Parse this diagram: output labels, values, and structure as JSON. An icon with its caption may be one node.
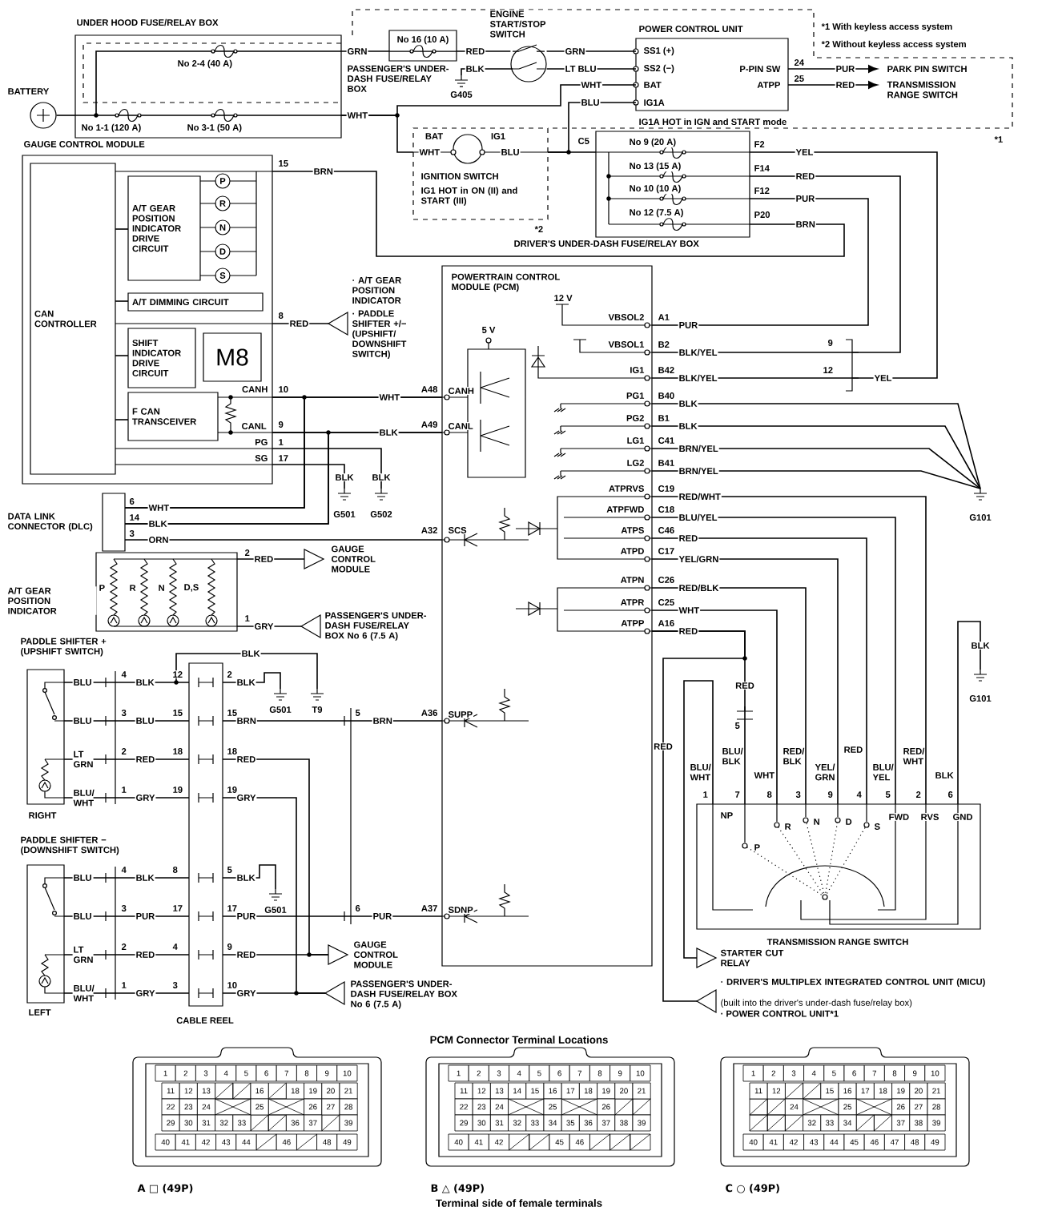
{
  "diagram": {
    "nodes": [
      {
        "text": [
          "UNDER HOOD FUSE/RELAY BOX"
        ]
      },
      {
        "text": [
          "BATTERY"
        ]
      },
      {
        "text": [
          "ENGINE START/STOP SWITCH"
        ]
      },
      {
        "text": [
          "No 16 (10 A)",
          "PASSENGER'S UNDER-DASH FUSE/RELAY BOX"
        ]
      },
      {
        "text": [
          "POWER CONTROL UNIT"
        ]
      },
      {
        "text": [
          "IGNITION SWITCH",
          "IG1 HOT in ON (II) and START (III)"
        ]
      },
      {
        "text": [
          "DRIVER'S UNDER-DASH FUSE/RELAY BOX"
        ]
      },
      {
        "text": [
          "GAUGE CONTROL MODULE"
        ]
      },
      {
        "text": [
          "CAN CONTROLLER"
        ],
        "in": 7
      },
      {
        "text": [
          "A/T GEAR POSITION INDICATOR DRIVE CIRCUIT"
        ],
        "in": 7
      },
      {
        "text": [
          "A/T DIMMING CIRCUIT"
        ],
        "in": 7
      },
      {
        "text": [
          "SHIFT INDICATOR DRIVE CIRCUIT"
        ],
        "in": 7
      },
      {
        "text": [
          "M8"
        ],
        "in": 7
      },
      {
        "text": [
          "F CAN TRANSCEIVER"
        ],
        "in": 7
      },
      {
        "text": [
          "POWERTRAIN CONTROL MODULE (PCM)"
        ]
      },
      {
        "text": [
          "DATA LINK CONNECTOR (DLC)"
        ]
      },
      {
        "text": [
          "A/T GEAR POSITION INDICATOR"
        ]
      },
      {
        "text": [
          "GAUGE CONTROL MODULE"
        ]
      },
      {
        "text": [
          "PASSENGER'S UNDER-DASH FUSE/RELAY BOX No 6 (7.5 A)"
        ]
      },
      {
        "text": [
          "· A/T GEAR POSITION INDICATOR",
          "· PADDLE SHIFTER +/− (UPSHIFT/ DOWNSHIFT SWITCH)"
        ]
      },
      {
        "text": [
          "PADDLE SHIFTER + (UPSHIFT SWITCH)"
        ],
        "beside": [
          "RIGHT"
        ]
      },
      {
        "text": [
          "PADDLE SHIFTER − (DOWNSHIFT SWITCH)"
        ],
        "beside": [
          "LEFT"
        ]
      },
      {
        "text": [
          "CABLE REEL"
        ]
      },
      {
        "text": [
          "GAUGE CONTROL MODULE"
        ]
      },
      {
        "text": [
          "PASSENGER'S UNDER-DASH FUSE/RELAY BOX No 6 (7.5 A)"
        ]
      },
      {
        "text": [
          "PARK PIN SWITCH"
        ]
      },
      {
        "text": [
          "TRANSMISSION RANGE SWITCH"
        ]
      },
      {
        "text": [
          "TRANSMISSION RANGE SWITCH"
        ]
      },
      {
        "text": [
          "STARTER CUT RELAY"
        ]
      },
      {
        "text": [
          "· DRIVER'S MULTIPLEX INTEGRATED CONTROL UNIT (MICU)",
          "(built into the driver's under-dash fuse/relay box)",
          "· POWER CONTROL UNIT*1"
        ]
      }
    ],
    "edges": [
      {
        "from": 1,
        "to": 0,
        "arrow": "none"
      },
      {
        "from": 0,
        "to": 3,
        "arrow": "none"
      },
      {
        "from": 3,
        "to": 2,
        "arrow": "none"
      },
      {
        "from": 2,
        "to": 4,
        "arrow": "none"
      },
      {
        "from": 2,
        "to": 4,
        "arrow": "none"
      },
      {
        "from": 0,
        "to": 4,
        "arrow": "none"
      },
      {
        "from": 0,
        "to": 5,
        "arrow": "none"
      },
      {
        "from": 5,
        "to": 6,
        "arrow": "none"
      },
      {
        "from": 5,
        "to": 4,
        "arrow": "none"
      },
      {
        "from": 4,
        "to": 25,
        "arrow": "to"
      },
      {
        "from": 4,
        "to": 26,
        "arrow": "to"
      },
      {
        "from": 6,
        "to": 14,
        "arrow": "none"
      },
      {
        "from": 6,
        "to": 14,
        "arrow": "none"
      },
      {
        "from": 6,
        "to": 14,
        "arrow": "none"
      },
      {
        "from": 6,
        "to": 7,
        "arrow": "none"
      },
      {
        "from": 19,
        "to": 7,
        "arrow": "none"
      },
      {
        "from": 7,
        "to": 14,
        "arrow": "none"
      },
      {
        "from": 7,
        "to": 14,
        "arrow": "none"
      },
      {
        "from": 15,
        "to": 14,
        "arrow": "none"
      },
      {
        "from": 15,
        "to": 7,
        "arrow": "none"
      },
      {
        "from": 15,
        "to": 14,
        "arrow": "none"
      },
      {
        "from": 15,
        "to": 7,
        "arrow": "none"
      },
      {
        "from": 15,
        "to": 14,
        "arrow": "none"
      },
      {
        "from": 16,
        "to": 17,
        "arrow": "none"
      },
      {
        "from": 16,
        "to": 18,
        "arrow": "none"
      },
      {
        "from": 27,
        "to": 14,
        "arrow": "none"
      },
      {
        "from": 27,
        "to": 14,
        "arrow": "none"
      },
      {
        "from": 27,
        "to": 14,
        "arrow": "none"
      },
      {
        "from": 27,
        "to": 14,
        "arrow": "none"
      },
      {
        "from": 27,
        "to": 14,
        "arrow": "none"
      },
      {
        "from": 27,
        "to": 14,
        "arrow": "none"
      },
      {
        "from": 27,
        "to": 14,
        "arrow": "none"
      },
      {
        "from": 29,
        "to": 14,
        "arrow": "none"
      },
      {
        "from": 27,
        "to": 28,
        "arrow": "none"
      },
      {
        "from": 20,
        "to": 22,
        "arrow": "none"
      },
      {
        "from": 20,
        "to": 22,
        "arrow": "none"
      },
      {
        "from": 20,
        "to": 22,
        "arrow": "none"
      },
      {
        "from": 20,
        "to": 22,
        "arrow": "none"
      },
      {
        "from": 22,
        "to": 14,
        "arrow": "none"
      },
      {
        "from": 22,
        "to": 14,
        "arrow": "none"
      },
      {
        "from": 22,
        "to": 23,
        "arrow": "none"
      },
      {
        "from": 22,
        "to": 23,
        "arrow": "none"
      },
      {
        "from": 22,
        "to": 24,
        "arrow": "none"
      },
      {
        "from": 22,
        "to": 24,
        "arrow": "none"
      },
      {
        "from": 21,
        "to": 22,
        "arrow": "none"
      },
      {
        "from": 21,
        "to": 22,
        "arrow": "none"
      },
      {
        "from": 21,
        "to": 22,
        "arrow": "none"
      },
      {
        "from": 21,
        "to": 22,
        "arrow": "none"
      },
      {
        "from": 8,
        "to": 9,
        "arrow": "none"
      },
      {
        "from": 8,
        "to": 10,
        "arrow": "none"
      },
      {
        "from": 8,
        "to": 11,
        "arrow": "none"
      },
      {
        "from": 8,
        "to": 13,
        "arrow": "none"
      }
    ],
    "labels": [
      "No 2-4 (40 A)",
      "No 1-1 (120 A)",
      "No 3-1 (50 A)",
      "GRN",
      "WHT",
      "RED",
      "BLK",
      "G405",
      "GRN",
      "LT BLU",
      "WHT",
      "BLU",
      "SS1 (+)",
      "SS2 (−)",
      "BAT",
      "IG1A",
      "P-PIN SW",
      "ATPP",
      "24",
      "25",
      "PUR",
      "RED",
      "IG1A HOT in IGN and START mode",
      "*1 With keyless access system",
      "*2 Without keyless access system",
      "*1",
      "BAT",
      "IG1",
      "WHT",
      "BLU",
      "*2",
      "C5",
      "No 9 (20 A)",
      "No 13 (15 A)",
      "No 10 (10 A)",
      "No 12 (7.5 A)",
      "F2",
      "F14",
      "F12",
      "P20",
      "YEL",
      "RED",
      "PUR",
      "BRN",
      "15",
      "BRN",
      "P",
      "R",
      "N",
      "D",
      "S",
      "8",
      "RED",
      "CANH",
      "10",
      "CANL",
      "9",
      "PG",
      "1",
      "SG",
      "17",
      "WHT",
      "BLK",
      "A48",
      "A49",
      "CANH",
      "CANL",
      "BLK",
      "BLK",
      "G501",
      "G502",
      "6",
      "14",
      "3",
      "WHT",
      "BLK",
      "ORN",
      "A32",
      "SCS",
      "2",
      "RED",
      "P",
      "R",
      "N",
      "D,S",
      "1",
      "GRY",
      "5 V",
      "12 V",
      "VBSOL2",
      "A1",
      "PUR",
      "VBSOL1",
      "B2",
      "BLK/YEL",
      "IG1",
      "B42",
      "BLK/YEL",
      "PG1",
      "B40",
      "BLK",
      "PG2",
      "B1",
      "BLK",
      "LG1",
      "C41",
      "BRN/YEL",
      "LG2",
      "B41",
      "BRN/YEL",
      "ATPRVS",
      "C19",
      "RED/WHT",
      "ATPFWD",
      "C18",
      "BLU/YEL",
      "ATPS",
      "C46",
      "RED",
      "ATPD",
      "C17",
      "YEL/GRN",
      "ATPN",
      "C26",
      "RED/BLK",
      "ATPR",
      "C25",
      "WHT",
      "ATPP",
      "A16",
      "RED",
      "9",
      "12",
      "YEL",
      "G101",
      "RED",
      "5",
      "BLK",
      "G101",
      "RED",
      "BLU/ WHT",
      "BLU/ BLK",
      "WHT",
      "RED/ BLK",
      "YEL/ GRN",
      "RED",
      "BLU/ YEL",
      "RED/ WHT",
      "BLK",
      "1",
      "7",
      "8",
      "3",
      "9",
      "4",
      "5",
      "2",
      "6",
      "NP",
      "FWD",
      "RVS",
      "GND",
      "P",
      "R",
      "N",
      "D",
      "S",
      "BLU",
      "BLU",
      "LT GRN",
      "BLU/ WHT",
      "4",
      "3",
      "2",
      "1",
      "BLK",
      "BLU",
      "RED",
      "GRY",
      "12",
      "15",
      "18",
      "19",
      "2",
      "15",
      "18",
      "19",
      "BLK",
      "BRN",
      "RED",
      "GRY",
      "BLK",
      "G501",
      "T9",
      "5",
      "BRN",
      "A36",
      "SUPP",
      "BLU",
      "BLU",
      "LT GRN",
      "BLU/ WHT",
      "4",
      "3",
      "2",
      "1",
      "BLK",
      "PUR",
      "RED",
      "GRY",
      "8",
      "17",
      "4",
      "3",
      "5",
      "17",
      "9",
      "10",
      "BLK",
      "PUR",
      "RED",
      "GRY",
      "G501",
      "6",
      "PUR",
      "A37",
      "SDNP",
      "PCM Connector Terminal Locations",
      "1",
      "2",
      "3",
      "4",
      "5",
      "6",
      "7",
      "8",
      "9",
      "10",
      "11",
      "12",
      "13",
      "16",
      "18",
      "19",
      "20",
      "21",
      "22",
      "23",
      "24",
      "25",
      "26",
      "27",
      "28",
      "29",
      "30",
      "31",
      "32",
      "33",
      "36",
      "37",
      "39",
      "40",
      "41",
      "42",
      "43",
      "44",
      "46",
      "48",
      "49",
      "1",
      "2",
      "3",
      "4",
      "5",
      "6",
      "7",
      "8",
      "9",
      "10",
      "11",
      "12",
      "13",
      "14",
      "15",
      "16",
      "17",
      "18",
      "19",
      "20",
      "21",
      "22",
      "23",
      "24",
      "25",
      "26",
      "29",
      "30",
      "31",
      "32",
      "33",
      "34",
      "35",
      "36",
      "37",
      "38",
      "39",
      "40",
      "41",
      "42",
      "45",
      "46",
      "1",
      "2",
      "3",
      "4",
      "5",
      "6",
      "7",
      "8",
      "9",
      "10",
      "11",
      "12",
      "15",
      "16",
      "17",
      "18",
      "19",
      "20",
      "21",
      "24",
      "25",
      "26",
      "27",
      "28",
      "32",
      "33",
      "34",
      "37",
      "38",
      "39",
      "40",
      "41",
      "42",
      "43",
      "44",
      "45",
      "46",
      "47",
      "48",
      "49",
      "A □ (49P)",
      "B △ (49P)",
      "C ○ (49P)",
      "Terminal side of female terminals"
    ]
  }
}
